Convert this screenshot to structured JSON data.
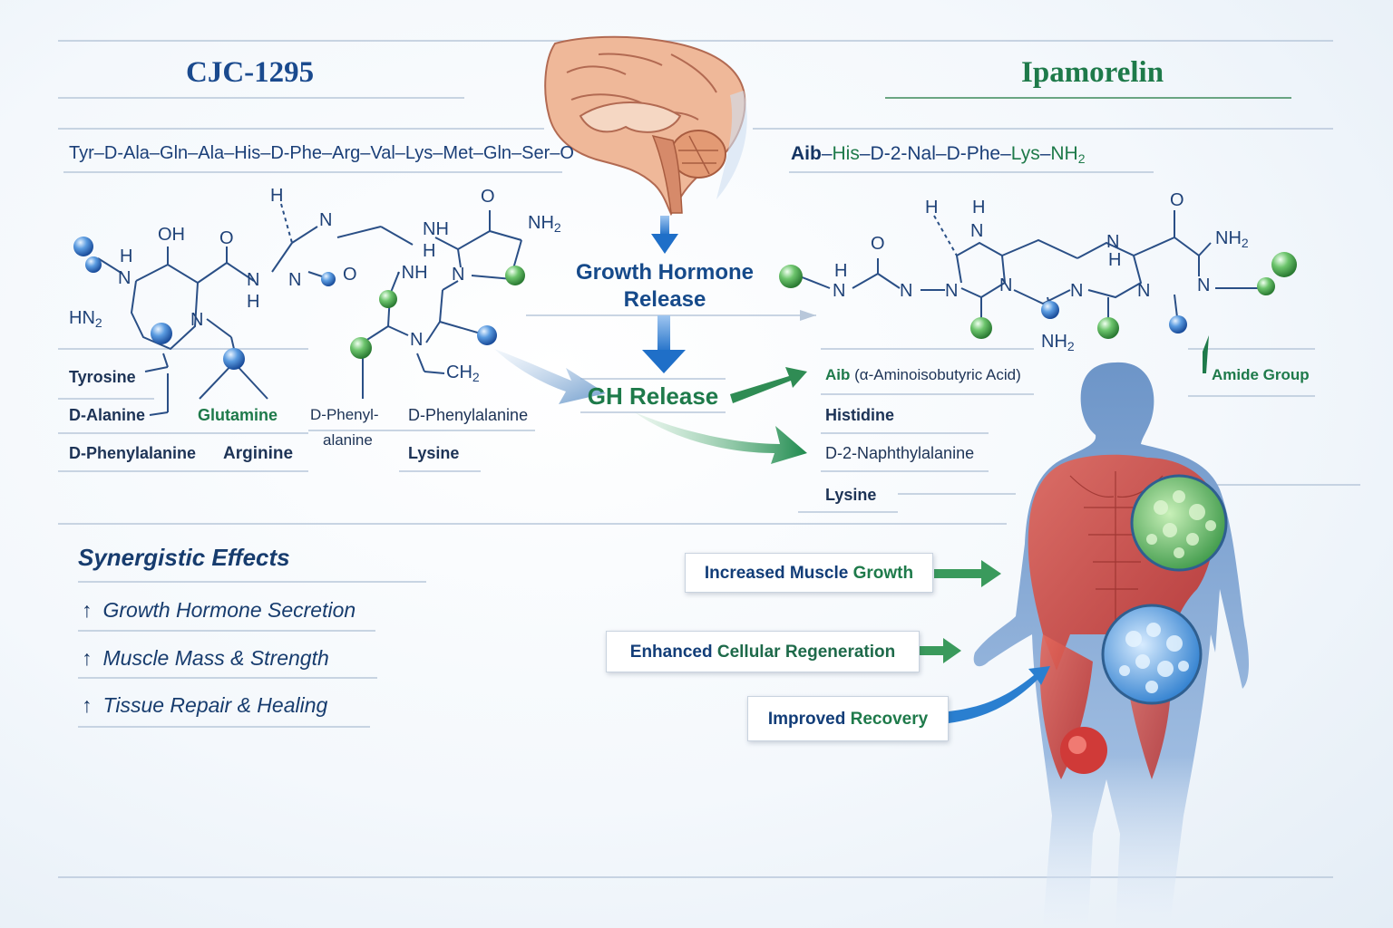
{
  "colors": {
    "navy": "#143e7a",
    "green": "#1e7a4a",
    "blue_arrow": "#2a7fd0",
    "muscle_red": "#c94040",
    "body_blue": "#7fa6d4"
  },
  "left_peptide": {
    "title": "CJC-1295",
    "sequence": "Tyr–D-Ala–Gln–Ala–His–D-Phe–Arg–Val–Lys–Met–Gln–Ser–O",
    "labels": {
      "tyrosine": "Tyrosine",
      "d_alanine": "D-Alanine",
      "glutamine": "Glutamine",
      "d_phenyl_line1": "D-Phenyl-",
      "d_phenyl_line2": "alanine",
      "d_phenylalanine_right": "D-Phenylalanine",
      "d_phenylalanine_left": "D-Phenylalanine",
      "arginine": "Arginine",
      "lysine": "Lysine"
    },
    "atoms": {
      "oh": "OH",
      "o1": "O",
      "o2": "O",
      "o3": "O",
      "h_top": "H",
      "h1": "H",
      "h2": "H",
      "h3": "H",
      "n1": "N",
      "n2": "N",
      "n3": "N",
      "n4": "N",
      "n5": "N",
      "n6": "N",
      "n7": "N",
      "nh": "NH",
      "nh_dot": "·NH",
      "hn": "HN",
      "two": "2",
      "nh2_top": "NH",
      "nh2_sub": "2",
      "ch2": "CH",
      "ch2_sub": "2"
    }
  },
  "right_peptide": {
    "title": "Ipamorelin",
    "sequence_parts": {
      "aib": "Aib",
      "dash1": "–",
      "his": "His",
      "dash2": "–",
      "d2nal": "D-2-Nal",
      "dash3": "–",
      "dphe": "D-Phe",
      "dash4": "–",
      "lys": "Lys",
      "dash5": "–",
      "nh": "NH",
      "nh_sub": "2"
    },
    "labels": {
      "aib_name": "Aib",
      "aib_full": "(α-Aminoisobutyric Acid)",
      "histidine": "Histidine",
      "d2nal": "D-2-Naphthylalanine",
      "lysine": "Lysine",
      "amide": "Amide Group"
    },
    "atoms": {
      "h_top": "H",
      "h_a": "H",
      "h_b": "H",
      "h_c": "H",
      "n_a": "N",
      "n_b": "N",
      "n_c": "N",
      "n_d": "N",
      "n_e": "N",
      "n_f": "N",
      "n_g": "N",
      "n_h": "N",
      "n_i": "N",
      "o_a": "O",
      "o_b": "O",
      "nh2_top": "NH",
      "nh2_top_sub": "2",
      "nh2_bottom": "NH",
      "nh2_bottom_sub": "2"
    }
  },
  "center_flow": {
    "step1_line1": "Growth Hormone",
    "step1_line2": "Release",
    "step2": "GH Release"
  },
  "synergy": {
    "title": "Synergistic Effects",
    "arrow_glyph": "↑",
    "effects": [
      "Growth Hormone Secretion",
      "Muscle Mass & Strength",
      "Tissue Repair & Healing"
    ]
  },
  "benefits": {
    "muscle_a": "Increased Muscle ",
    "muscle_b": "Growth",
    "cell_a": "Enhanced ",
    "cell_b": "Cellular Regeneration",
    "recovery_a": "Improved ",
    "recovery_b": "Recovery"
  },
  "icons": [
    "brain-icon",
    "human-body-icon",
    "muscle-cell-icon",
    "molecule-bead-icon"
  ]
}
